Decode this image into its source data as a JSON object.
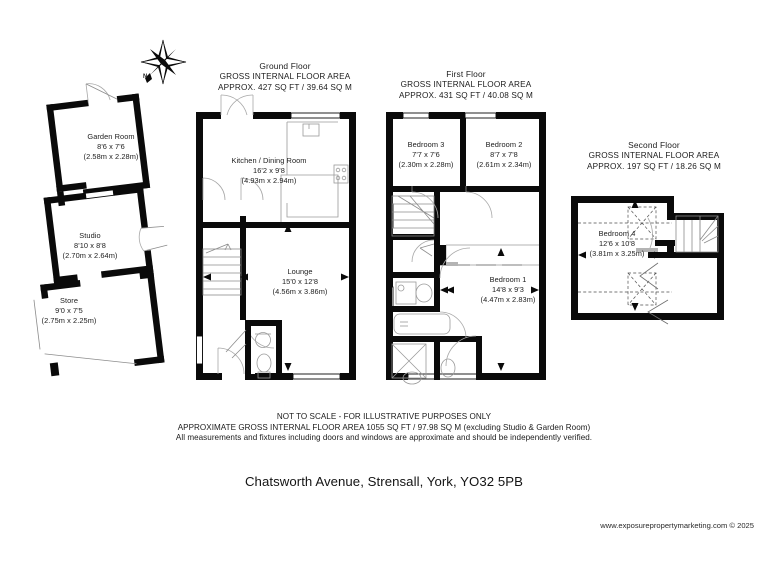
{
  "document": {
    "type": "property-floorplan",
    "address": "Chatsworth Avenue, Strensall, York, YO32 5PB",
    "footer": "www.exposurepropertymarketing.com © 2025",
    "background_color": "#ffffff",
    "wall_color": "#0a0a0a"
  },
  "compass": {
    "label": "N",
    "icon": "compass-rose-icon"
  },
  "disclaimer": {
    "line1": "NOT TO SCALE - FOR ILLUSTRATIVE PURPOSES ONLY",
    "line2": "APPROXIMATE GROSS INTERNAL FLOOR AREA 1055 SQ FT / 97.98 SQ M (excluding Studio & Garden Room)",
    "line3": "All measurements and fixtures including doors and windows are approximate and should be independently verified."
  },
  "floors": {
    "outbuilding": {
      "rooms": [
        {
          "name": "Garden Room",
          "imperial": "8'6 x 7'6",
          "metric": "(2.58m x 2.28m)"
        },
        {
          "name": "Studio",
          "imperial": "8'10 x 8'8",
          "metric": "(2.70m x 2.64m)"
        },
        {
          "name": "Store",
          "imperial": "9'0 x 7'5",
          "metric": "(2.75m x 2.25m)"
        }
      ]
    },
    "ground": {
      "title": "Ground Floor",
      "area_caption": "GROSS INTERNAL FLOOR AREA",
      "area_value": "APPROX. 427 SQ FT / 39.64 SQ M",
      "rooms": [
        {
          "name": "Kitchen / Dining Room",
          "imperial": "16'2 x 9'8",
          "metric": "(4.93m x 2.94m)"
        },
        {
          "name": "Lounge",
          "imperial": "15'0 x 12'8",
          "metric": "(4.56m x 3.86m)"
        }
      ]
    },
    "first": {
      "title": "First Floor",
      "area_caption": "GROSS INTERNAL FLOOR AREA",
      "area_value": "APPROX. 431 SQ FT / 40.08 SQ M",
      "rooms": [
        {
          "name": "Bedroom 3",
          "imperial": "7'7 x 7'6",
          "metric": "(2.30m x 2.28m)"
        },
        {
          "name": "Bedroom 2",
          "imperial": "8'7 x 7'8",
          "metric": "(2.61m x 2.34m)"
        },
        {
          "name": "Bedroom 1",
          "imperial": "14'8 x 9'3",
          "metric": "(4.47m x 2.83m)"
        }
      ]
    },
    "second": {
      "title": "Second Floor",
      "area_caption": "GROSS INTERNAL FLOOR AREA",
      "area_value": "APPROX. 197 SQ FT / 18.26 SQ M",
      "rooms": [
        {
          "name": "Bedroom 4",
          "imperial": "12'6 x 10'8",
          "metric": "(3.81m x 3.25m)"
        }
      ]
    }
  }
}
